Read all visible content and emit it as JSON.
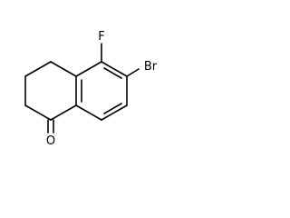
{
  "molecule": {
    "atoms": {
      "fluorine": "F",
      "bromine": "Br",
      "oxygen": "O"
    },
    "colors": {
      "bond": "#000000",
      "label": "#000000",
      "background": "#ffffff"
    }
  }
}
